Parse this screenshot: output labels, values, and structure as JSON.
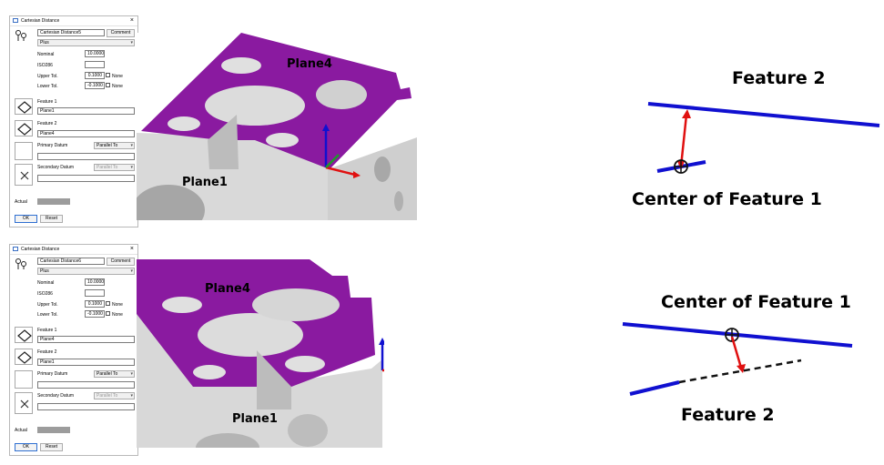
{
  "dialogs": [
    {
      "title": "Cartesian Distance",
      "name_value": "Cartesian Distance5",
      "comment_label": "Comment",
      "mode_value": "Plus",
      "nominal_label": "Nominal",
      "nominal_value": "10.0000",
      "iso_label": "ISO286",
      "upper_label": "Upper Tol.",
      "upper_value": "0.1000",
      "lower_label": "Lower Tol.",
      "lower_value": "-0.1000",
      "none_label": "None",
      "feature1_label": "Feature 1",
      "feature1_value": "Plane1",
      "feature2_label": "Feature 2",
      "feature2_value": "Plane4",
      "primary_label": "Primary Datum",
      "primary_value": "Parallel To",
      "secondary_label": "Secondary Datum",
      "secondary_value": "Parallel To",
      "actual_label": "Actual",
      "ok_label": "OK",
      "reset_label": "Reset"
    },
    {
      "title": "Cartesian Distance",
      "name_value": "Cartesian Distance6",
      "comment_label": "Comment",
      "mode_value": "Plus",
      "nominal_label": "Nominal",
      "nominal_value": "10.0000",
      "iso_label": "ISO286",
      "upper_label": "Upper Tol.",
      "upper_value": "0.1000",
      "lower_label": "Lower Tol.",
      "lower_value": "-0.1000",
      "none_label": "None",
      "feature1_label": "Feature 1",
      "feature1_value": "Plane4",
      "feature2_label": "Feature 2",
      "feature2_value": "Plane1",
      "primary_label": "Primary Datum",
      "primary_value": "Parallel To",
      "secondary_label": "Secondary Datum",
      "secondary_value": "Parallel To",
      "actual_label": "Actual",
      "ok_label": "OK",
      "reset_label": "Reset"
    }
  ],
  "scenes": [
    {
      "plane_top": "Plane4",
      "plane_bottom": "Plane1"
    },
    {
      "plane_top": "Plane4",
      "plane_bottom": "Plane1"
    }
  ],
  "diagrams": [
    {
      "feature2_label": "Feature 2",
      "center_label": "Center of Feature 1"
    },
    {
      "center_label": "Center of Feature 1",
      "feature2_label": "Feature 2"
    }
  ],
  "icons": {
    "title_icon": "cartesian-distance-icon",
    "pin_icon": "pin-icon",
    "feature_icon": "plane-feature-icon",
    "clear_icon": "close-icon"
  },
  "colors": {
    "part_face": "#8a1aa0",
    "part_side": "#d6d6d6",
    "line_blue": "#1010d0",
    "arrow_red": "#e01010",
    "axis_green": "#1f9a2a"
  }
}
